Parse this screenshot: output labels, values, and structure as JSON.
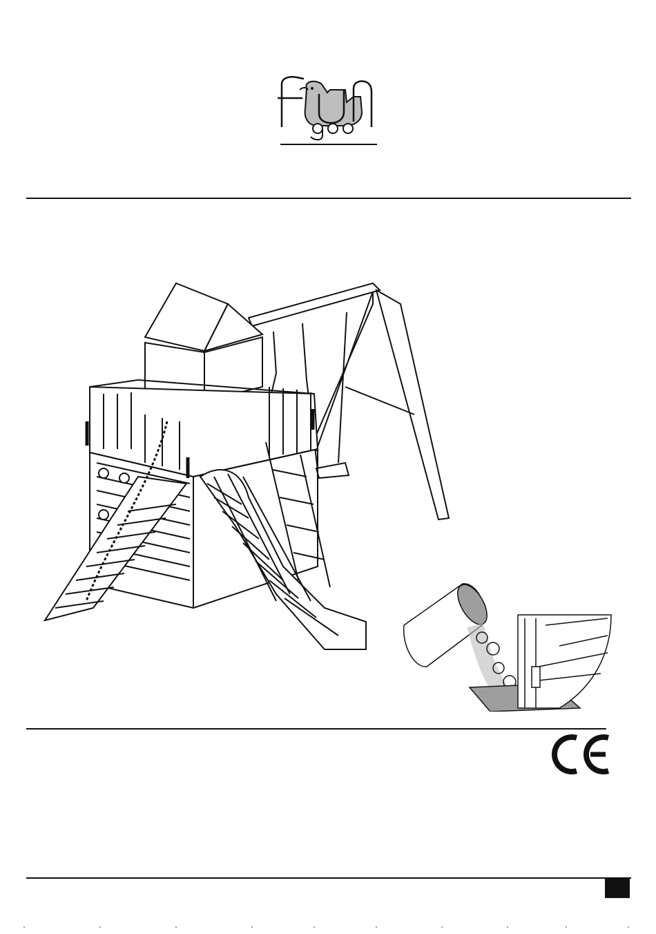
{
  "brand": {
    "logo_text": "FUN goo"
  },
  "illustration": {
    "subject": "playground",
    "parts": [
      "tower",
      "roof",
      "swing-frame",
      "swings",
      "slide",
      "climbing-wall",
      "rope",
      "ladder"
    ]
  },
  "detail": {
    "subject": "post-in-ground-concrete"
  },
  "certification": {
    "mark": "CE"
  },
  "footer": {
    "page_marker": ""
  },
  "colors": {
    "ink": "#111111",
    "mascot": "#bdbdbd",
    "paper": "#ffffff"
  },
  "icons": [
    "fun-goo-logo-icon",
    "ce-mark-icon"
  ]
}
